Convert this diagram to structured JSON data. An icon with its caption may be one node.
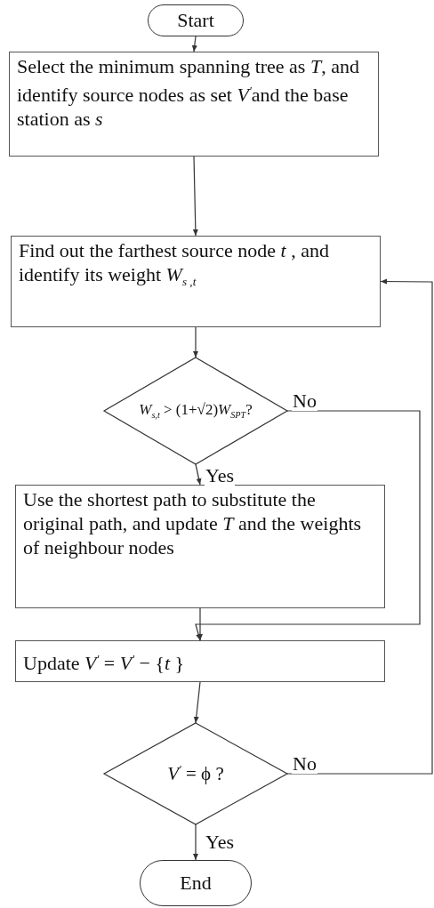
{
  "diagram": {
    "nodes": [
      {
        "text": [
          "Start"
        ]
      },
      {
        "text": [
          "Select the minimum spanning tree as *T*, and identify source nodes as set *V*$^{'}$and the base station as *s*"
        ]
      },
      {
        "text": [
          "Find out the farthest source node *t* , and identify its weight *W*$_{s ,t}$"
        ]
      },
      {
        "text": [
          "*W*$_{s,t}$ > (1+√2)*W*$_{SPT}$?"
        ]
      },
      {
        "text": [
          "Use the shortest path to substitute the original path, and update *T* and the weights of neighbour nodes"
        ]
      },
      {
        "text": [
          "Update *V*$^{'}$ = *V*$^{'}$ − {*t* }"
        ]
      },
      {
        "text": [
          "*V*$^{'}$ = ϕ  ?"
        ]
      },
      {
        "text": [
          "End"
        ]
      }
    ],
    "edges": [
      {
        "from": 0,
        "to": 1,
        "arrow": "to"
      },
      {
        "from": 1,
        "to": 2,
        "arrow": "to"
      },
      {
        "from": 2,
        "to": 3,
        "arrow": "to"
      },
      {
        "from": 3,
        "to": 4,
        "arrow": "to",
        "label": "Yes"
      },
      {
        "from": 3,
        "to": 5,
        "arrow": "to",
        "label": "No"
      },
      {
        "from": 4,
        "to": 5,
        "arrow": "to"
      },
      {
        "from": 5,
        "to": 6,
        "arrow": "to"
      },
      {
        "from": 6,
        "to": 7,
        "arrow": "to",
        "label": "Yes"
      },
      {
        "from": 6,
        "to": 2,
        "arrow": "to",
        "label": "No"
      }
    ]
  }
}
